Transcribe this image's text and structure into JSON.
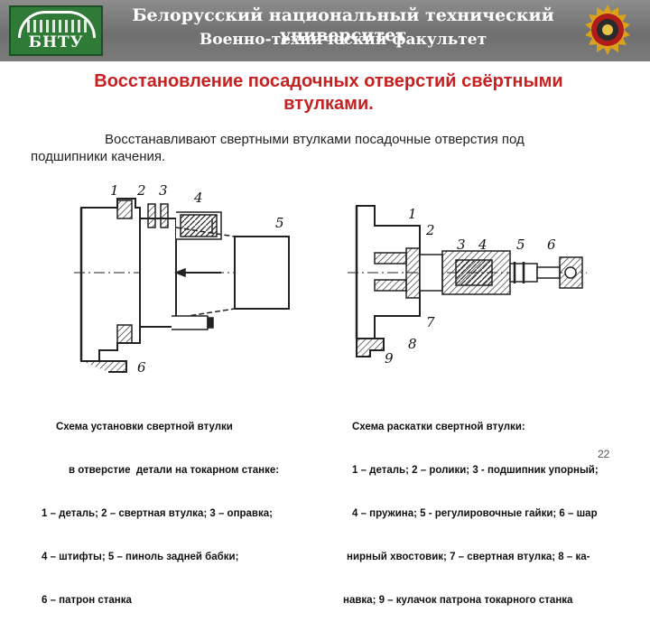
{
  "header": {
    "university": "Белорусский национальный технический университет",
    "faculty": "Военно-технический факультет",
    "logo_text": "БНТУ"
  },
  "slide": {
    "title_line1": "Восстановление посадочных отверстий свёртными",
    "title_line2": "втулками.",
    "paragraph_line1": "Восстанавливают свертными втулками посадочные отверстия под",
    "paragraph_line2": "подшипники качения.",
    "page_number": "22"
  },
  "figure_left": {
    "labels": [
      "1",
      "2",
      "3",
      "4",
      "5",
      "6"
    ],
    "caption_lines": [
      "Схема установки свертной втулки",
      "в отверстие  детали на токарном станке:",
      "1 – деталь; 2 – свертная втулка; 3 – оправка;",
      "4 – штифты; 5 – пиноль задней бабки;",
      "6 – патрон станка"
    ]
  },
  "figure_right": {
    "labels": [
      "1",
      "2",
      "3",
      "4",
      "5",
      "6",
      "7",
      "8",
      "9"
    ],
    "caption_lines": [
      "Схема раскатки свертной втулки:",
      "1 – деталь; 2 – ролики; 3 - подшипник упорный;",
      "4 – пружина; 5 - регулировочные гайки; 6 – шар",
      "нирный хвостовик; 7 – свертная втулка; 8 – ка-",
      "навка; 9 – кулачок патрона токарного станка"
    ]
  },
  "colors": {
    "title_red": "#c62020",
    "banner_gray": "#7a7a7a",
    "logo_green": "#2f7a37"
  }
}
